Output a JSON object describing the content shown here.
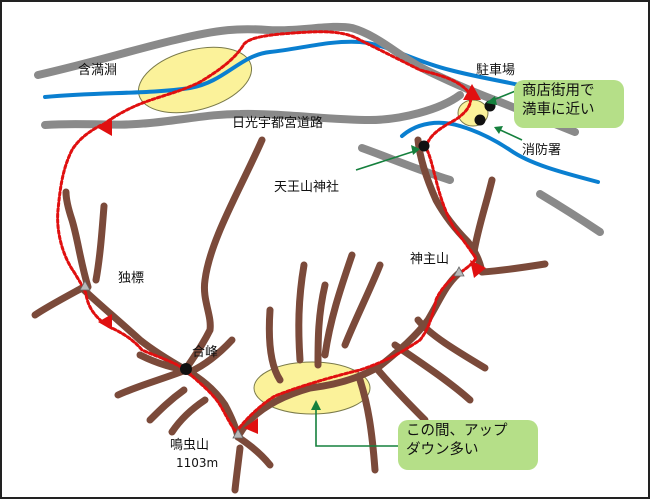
{
  "labels": {
    "gammangafuchi": "含満淵",
    "nikko_road": "日光宇都宮道路",
    "parking": "駐車場",
    "fire_station": "消防署",
    "tenozan_shrine": "天王山神社",
    "kannushiyama": "神主山",
    "hitorishirube": "独標",
    "aimine": "合峰",
    "nakimushiyama": "鳴虫山",
    "nakimushiyama_elev": "1103m"
  },
  "callouts": {
    "parking_note": [
      "商店街用で",
      "満車に近い"
    ],
    "updown_note": [
      "この間、アップ",
      "ダウン多い"
    ]
  },
  "colors": {
    "river": "#0a7fd0",
    "road": "#8a8a8a",
    "trail_ridge": "#7b4a3a",
    "route": "#e01010",
    "highlight": "#fbf29a",
    "callout_bg": "#b5df88",
    "callout_arrow": "#15803d"
  }
}
